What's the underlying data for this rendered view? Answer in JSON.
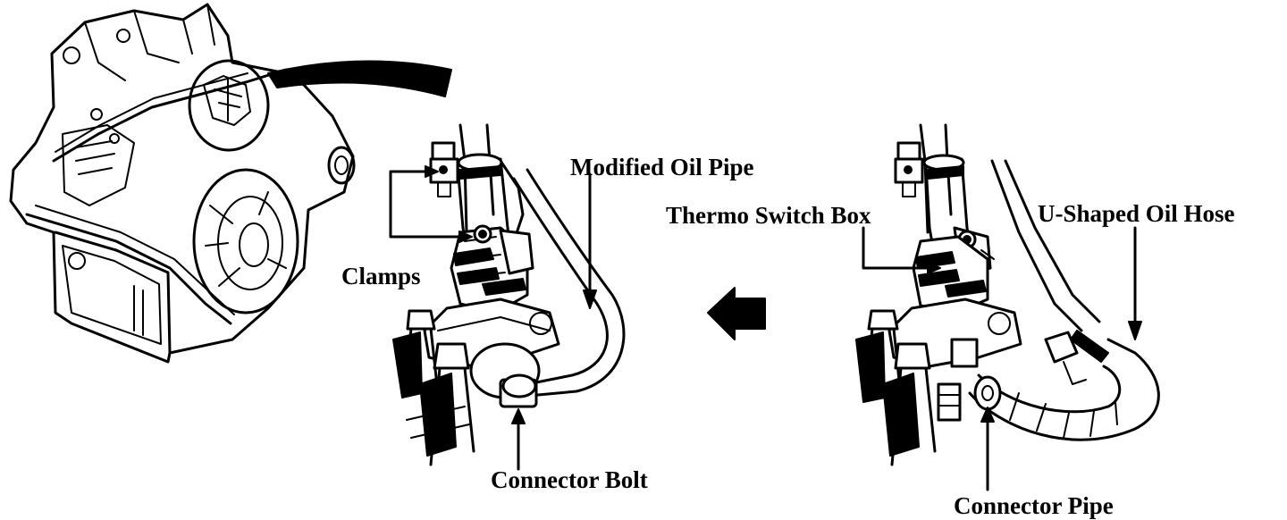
{
  "labels": {
    "modified_oil_pipe": "Modified Oil Pipe",
    "clamps": "Clamps",
    "connector_bolt": "Connector Bolt",
    "thermo_switch_box": "Thermo Switch Box",
    "u_shaped_oil_hose": "U-Shaped Oil Hose",
    "connector_pipe": "Connector Pipe"
  },
  "colors": {
    "ink": "#000000",
    "paper": "#ffffff"
  },
  "icons": {
    "direction_arrow": "arrow-left-icon"
  }
}
